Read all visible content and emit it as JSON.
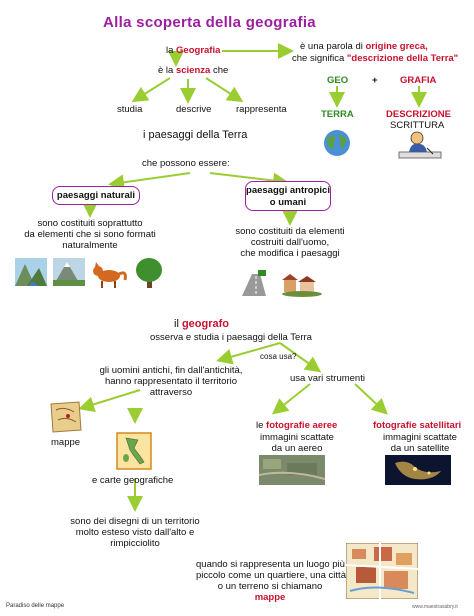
{
  "title": "Alla scoperta della geografia",
  "intro": {
    "la": "la",
    "geografia": "Geografia",
    "e_la": "è la",
    "scienza": "scienza",
    "che": "che"
  },
  "definition": {
    "line1_pre": "è una parola di",
    "origine": "origine greca,",
    "line2_pre": "che significa",
    "quote": "\"descrizione della Terra\""
  },
  "etymology": {
    "geo": "GEO",
    "plus": "+",
    "grafia": "GRAFIA",
    "terra": "TERRA",
    "descrizione": "DESCRIZIONE",
    "scrittura": "SCRITTURA"
  },
  "verbs": [
    "studia",
    "descrive",
    "rappresenta"
  ],
  "paesaggi": "i paesaggi della Terra",
  "possono": "che possono essere:",
  "naturali": {
    "box": "paesaggi naturali",
    "desc": [
      "sono costituiti soprattutto",
      "da elementi che si sono formati",
      "naturalmente"
    ]
  },
  "antropici": {
    "box": [
      "paesaggi antropici",
      "o umani"
    ],
    "desc": [
      "sono costituiti da elementi",
      "costruiti dall'uomo,",
      "che modifica i paesaggi"
    ]
  },
  "geografo": {
    "pre": "il",
    "word": "geografo",
    "line2": "osserva e studia i paesaggi della Terra"
  },
  "cosa_usa": "cosa usa?",
  "strumenti": "usa vari strumenti",
  "uomini": [
    "gli uomini antichi, fin dall'antichità,",
    "hanno rappresentato il territorio",
    "attraverso"
  ],
  "mappe": "mappe",
  "carte": "e carte geografiche",
  "disegni": [
    "sono dei disegni di un territorio",
    "molto esteso visto dall'alto e",
    "rimpicciolito"
  ],
  "aeree": {
    "pre": "le",
    "bold": "fotografie aeree",
    "lines": [
      "immagini scattate",
      "da un aereo"
    ]
  },
  "satellitari": {
    "bold": "fotografie satellitari",
    "lines": [
      "immagini scattate",
      "da un satellite"
    ]
  },
  "quando": {
    "lines": [
      "quando si rappresenta un luogo più",
      "piccolo come un quartiere, una città",
      "o un terreno si chiamano"
    ],
    "mappe": "mappe"
  },
  "footer": "Paradiso delle mappe",
  "site": "www.maestrasabry.it",
  "colors": {
    "title": "#9b1fa0",
    "red": "#c8102e",
    "green": "#2e8b20",
    "arrow": "#9acd32"
  }
}
